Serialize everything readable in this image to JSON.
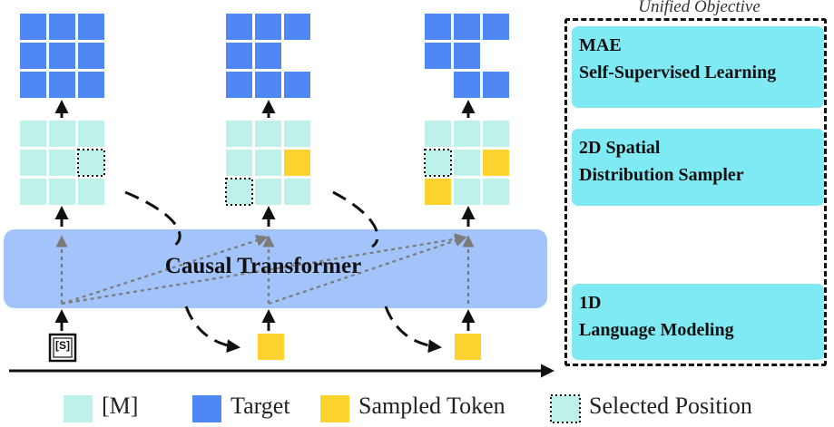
{
  "transformer": {
    "label": "Causal Transformer"
  },
  "start_token": {
    "label": "[S]"
  },
  "objective": {
    "title": "Unified Objective",
    "boxes": [
      {
        "line1": "MAE",
        "line2": "Self-Supervised Learning"
      },
      {
        "line1": "2D Spatial",
        "line2": "Distribution Sampler"
      },
      {
        "line1": "1D",
        "line2": "Language Modeling"
      }
    ]
  },
  "legend": [
    {
      "label": "[M]",
      "color": "#bdf1ea"
    },
    {
      "label": "Target",
      "color": "#4f87f4"
    },
    {
      "label": "Sampled Token",
      "color": "#fcd22f"
    },
    {
      "label": "Selected Position",
      "color": "#bdf1ea"
    }
  ],
  "colors": {
    "mask": "#bdf1ea",
    "target": "#4f87f4",
    "sampled": "#fcd22f",
    "transformer": "#a3c3fb",
    "objective_box": "#7fe9f4"
  },
  "icons": [
    "up-arrow-icon",
    "curved-dashed-arrow-icon",
    "time-axis-arrow-icon"
  ]
}
